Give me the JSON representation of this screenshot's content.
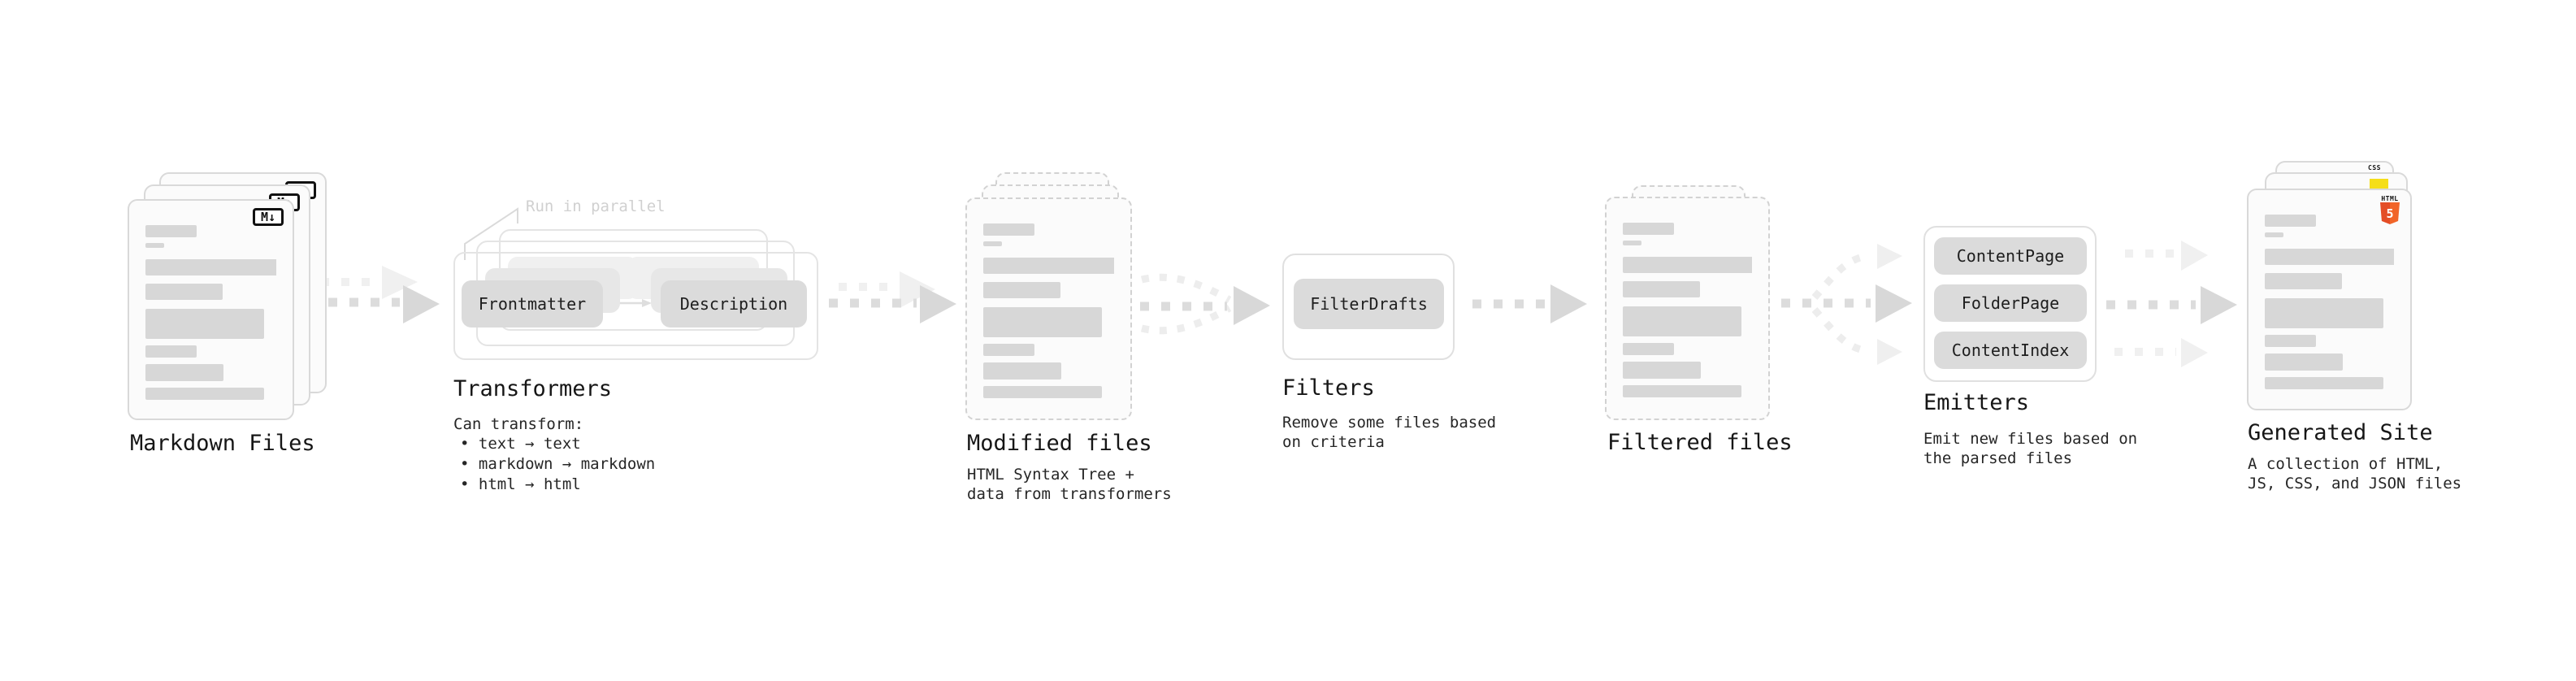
{
  "annotation": {
    "run_in_parallel": "Run in parallel"
  },
  "nodes": {
    "markdown_files": {
      "title": "Markdown Files",
      "badge": "M↓"
    },
    "transformers": {
      "title": "Transformers",
      "buttons": [
        "Frontmatter",
        "Description"
      ],
      "description": "Can transform:",
      "bullets": [
        "text → text",
        "markdown → markdown",
        "html → html"
      ]
    },
    "modified_files": {
      "title": "Modified files",
      "description_lines": [
        "HTML Syntax Tree +",
        "data from transformers"
      ]
    },
    "filters": {
      "title": "Filters",
      "buttons": [
        "FilterDrafts"
      ],
      "description_lines": [
        "Remove some files based",
        "on criteria"
      ]
    },
    "filtered_files": {
      "title": "Filtered files"
    },
    "emitters": {
      "title": "Emitters",
      "buttons": [
        "ContentPage",
        "FolderPage",
        "ContentIndex"
      ],
      "description_lines": [
        "Emit new files based on",
        "the parsed files"
      ]
    },
    "generated_site": {
      "title": "Generated Site",
      "description_lines": [
        "A collection of HTML,",
        "JS, CSS, and JSON files"
      ],
      "badges": {
        "css": "CSS",
        "html_label": "HTML",
        "html_number": "5"
      }
    }
  },
  "colors": {
    "accent_css": "#2862e9",
    "accent_js": "#f5de19",
    "accent_html5": "#e44d26",
    "arrow_mid": "#dcdcdc",
    "arrow_light": "#f0f0f0",
    "skeleton": "#d7d7d7"
  }
}
